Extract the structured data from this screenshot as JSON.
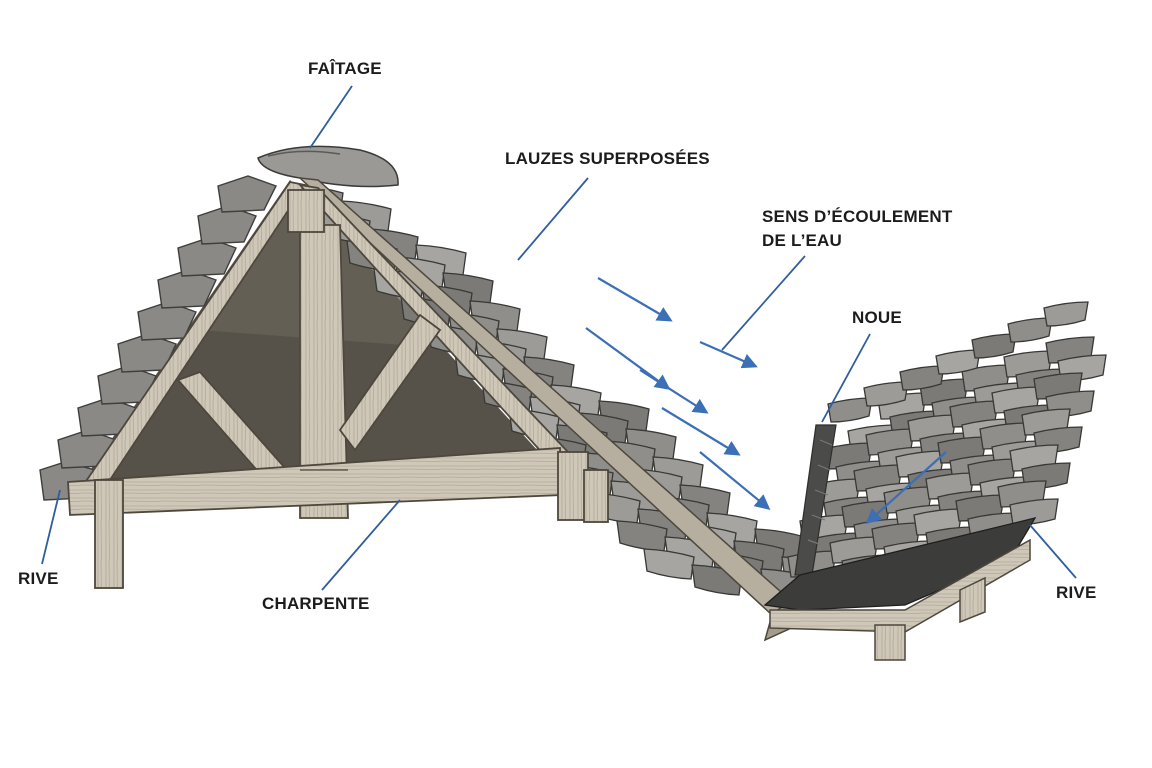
{
  "labels": {
    "faitage": "FAÎTAGE",
    "lauzes": "LAUZES SUPERPOSÉES",
    "sens_line1": "SENS D’ÉCOULEMENT",
    "sens_line2": "DE L’EAU",
    "noue": "NOUE",
    "rive_left": "RIVE",
    "charpente": "CHARPENTE",
    "rive_right": "RIVE"
  },
  "colors": {
    "leader": "#2f5e9e",
    "arrow": "#3b6fb6",
    "timber": "#cbc3b3",
    "timber_dark": "#6d6558",
    "slate": "#8c8c8c",
    "slate_dark": "#4a4a4a",
    "underlay": "#3a3a3a"
  },
  "icons": {
    "flow_arrows": "arrow-icon"
  }
}
